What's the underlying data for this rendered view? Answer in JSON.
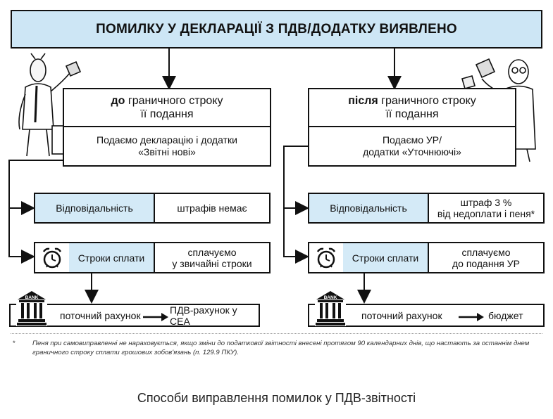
{
  "banner": {
    "title": "ПОМИЛКУ У ДЕКЛАРАЦІЇ З ПДВ/ДОДАТКУ ВИЯВЛЕНО"
  },
  "left": {
    "head_bold": "до",
    "head_rest": " граничного строку",
    "head_line2": "її подання",
    "action_line1": "Подаємо декларацію і додатки",
    "action_line2": "«Звітні нові»",
    "responsibility_label": "Відповідальність",
    "responsibility_value": "штрафів немає",
    "payment_label": "Строки сплати",
    "payment_value_line1": "сплачуємо",
    "payment_value_line2": "у звичайні строки",
    "bank_label": "BANK",
    "flow_from": "поточний рахунок",
    "flow_to": "ПДВ-рахунок у СЕА"
  },
  "right": {
    "head_bold": "після",
    "head_rest": " граничного строку",
    "head_line2": "її подання",
    "action_line1": "Подаємо УР/",
    "action_line2": "додатки «Уточнюючі»",
    "responsibility_label": "Відповідальність",
    "responsibility_value_line1": "штраф 3 %",
    "responsibility_value_line2": "від недоплати і пеня*",
    "payment_label": "Строки сплати",
    "payment_value_line1": "сплачуємо",
    "payment_value_line2": "до подання УР",
    "bank_label": "BANK",
    "flow_from": "поточний рахунок",
    "flow_to": "бюджет"
  },
  "footnote": {
    "marker": "*",
    "text": "Пеня при самовиправленні не нараховується, якщо зміни до податкової звітності внесені протягом 90 календарних днів, що настають за останнім днем граничного строку сплати грошових зобов'язань (п. 129.9 ПКУ)."
  },
  "caption": "Способи виправлення помилок у ПДВ-звітності",
  "colors": {
    "box_fill": "#d4eaf7",
    "banner_fill": "#cde6f5",
    "line": "#111111"
  },
  "icons": [
    "bank-icon",
    "alarm-clock-icon",
    "arrow-right-icon",
    "cartoon-man-left",
    "cartoon-man-right"
  ]
}
